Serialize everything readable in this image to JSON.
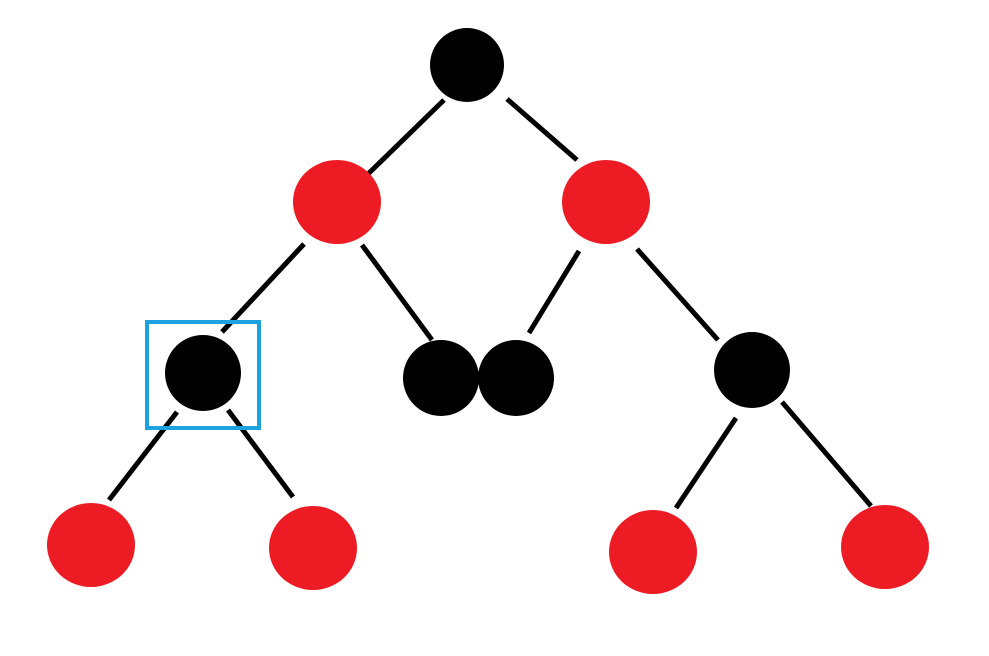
{
  "diagram": {
    "type": "tree",
    "colors": {
      "background": "#ffffff",
      "black_node": "#000000",
      "red_node": "#ed1c24",
      "edge": "#000000",
      "highlight": "#1da1e0"
    },
    "nodes": [
      {
        "id": "root",
        "color": "black"
      },
      {
        "id": "l",
        "color": "red"
      },
      {
        "id": "r",
        "color": "red"
      },
      {
        "id": "ll",
        "color": "black",
        "highlighted": true
      },
      {
        "id": "lr",
        "color": "black"
      },
      {
        "id": "rl",
        "color": "black"
      },
      {
        "id": "rr",
        "color": "black"
      },
      {
        "id": "lll",
        "color": "red"
      },
      {
        "id": "llr",
        "color": "red"
      },
      {
        "id": "rrl",
        "color": "red"
      },
      {
        "id": "rrr",
        "color": "red"
      }
    ],
    "edges": [
      [
        "root",
        "l"
      ],
      [
        "root",
        "r"
      ],
      [
        "l",
        "ll"
      ],
      [
        "l",
        "lr"
      ],
      [
        "r",
        "rl"
      ],
      [
        "r",
        "rr"
      ],
      [
        "ll",
        "lll"
      ],
      [
        "ll",
        "llr"
      ],
      [
        "rr",
        "rrl"
      ],
      [
        "rr",
        "rrr"
      ]
    ],
    "highlighted_node": "ll"
  }
}
